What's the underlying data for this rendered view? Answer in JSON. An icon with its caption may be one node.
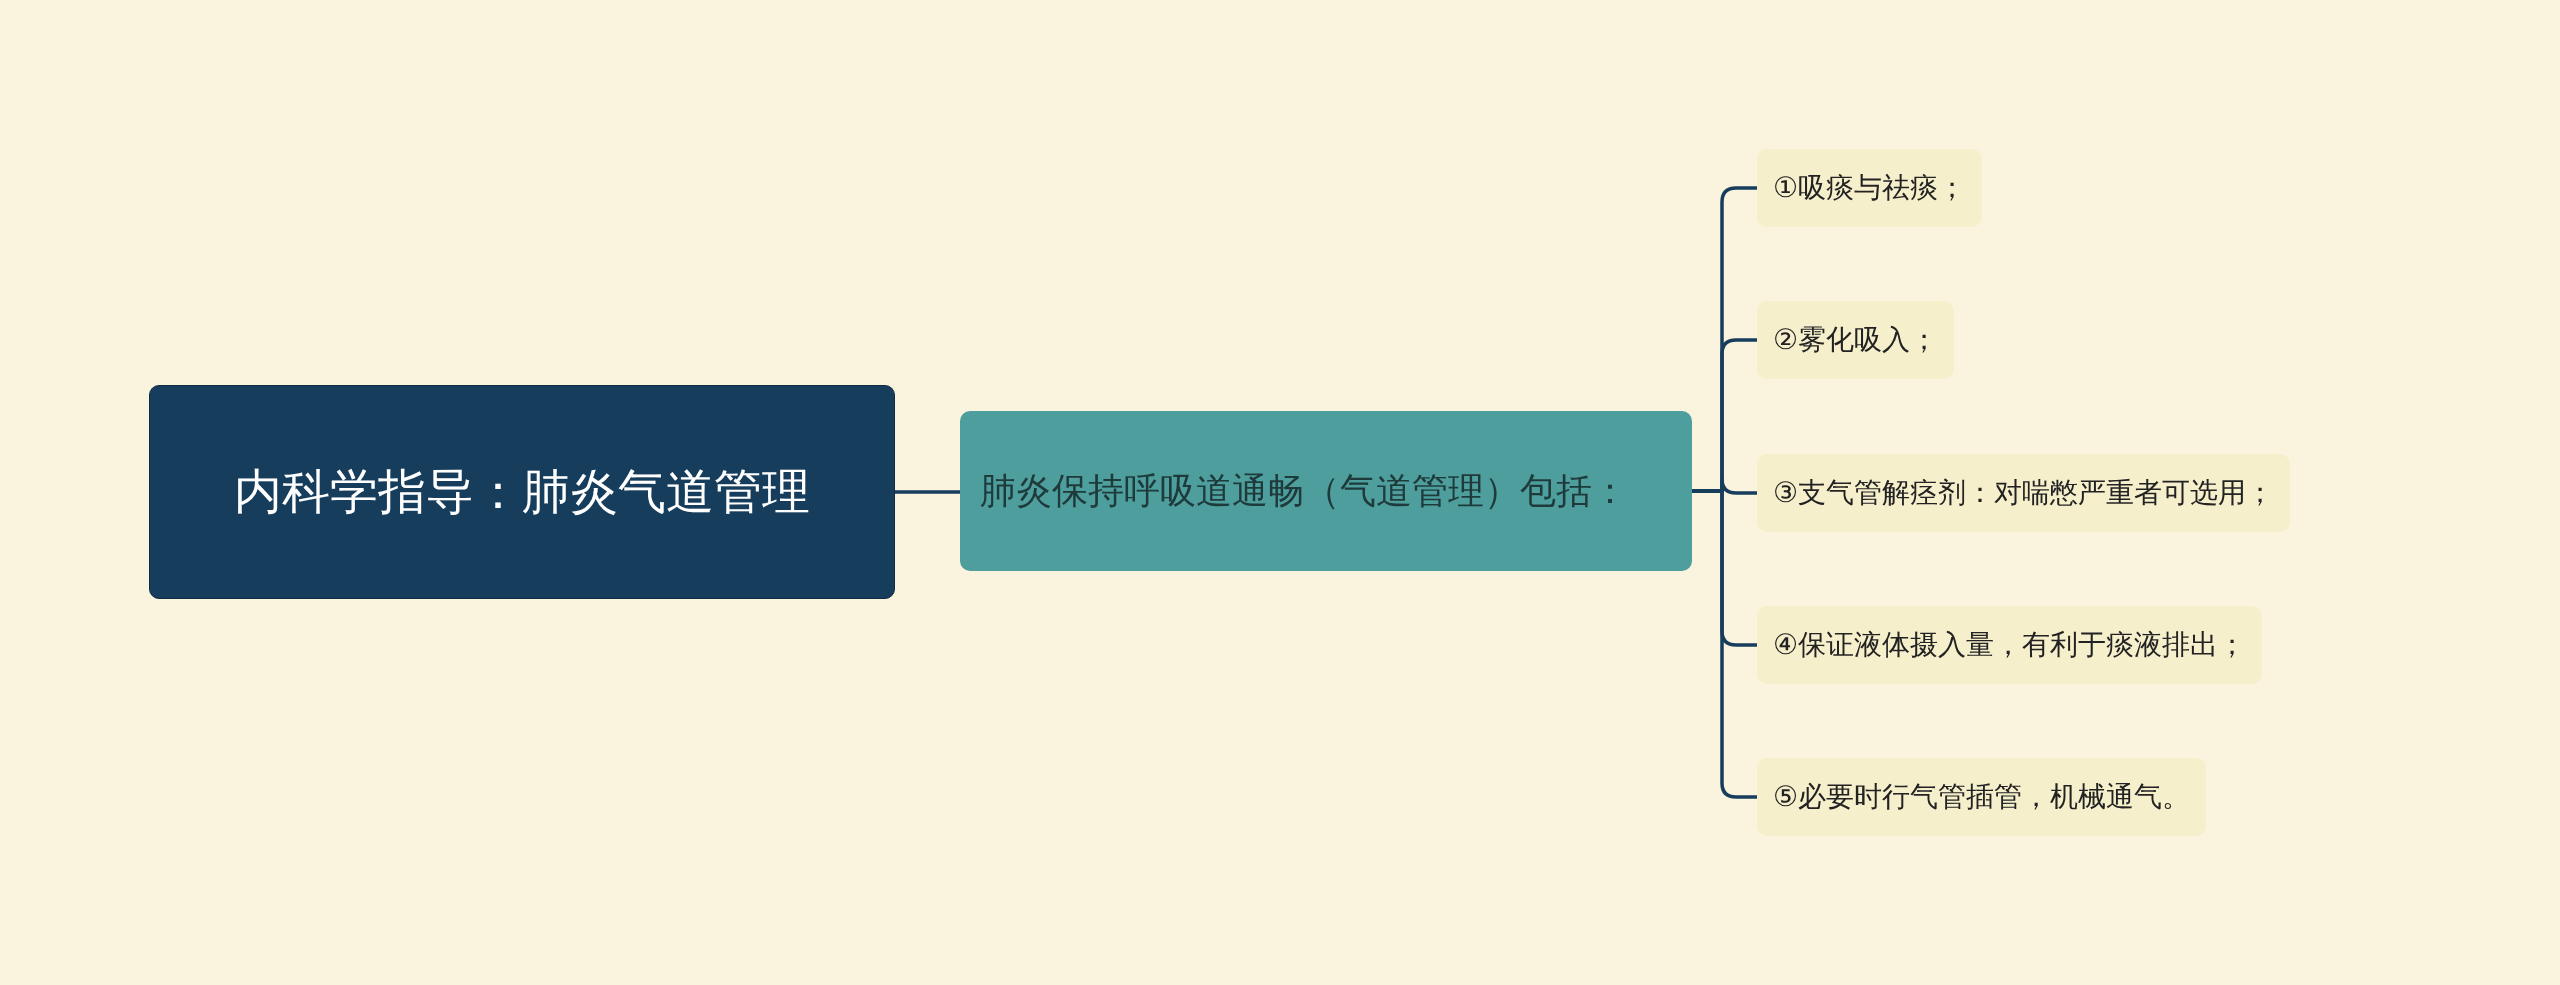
{
  "diagram": {
    "nodes": [
      {
        "text": [
          "内科学指导：肺炎气道管理"
        ]
      },
      {
        "text": [
          "肺炎保持呼吸道通畅（气道管理）包括："
        ]
      },
      {
        "text": [
          "①吸痰与祛痰；"
        ]
      },
      {
        "text": [
          "②雾化吸入；"
        ]
      },
      {
        "text": [
          "③支气管解痉剂：对喘憋严重者可选用；"
        ]
      },
      {
        "text": [
          "④保证液体摄入量，有利于痰液排出；"
        ]
      },
      {
        "text": [
          "⑤必要时行气管插管，机械通气。"
        ]
      }
    ],
    "edges": [
      {
        "from": 0,
        "to": 1,
        "arrow": "none"
      },
      {
        "from": 1,
        "to": 2,
        "arrow": "none"
      },
      {
        "from": 1,
        "to": 3,
        "arrow": "none"
      },
      {
        "from": 1,
        "to": 4,
        "arrow": "none"
      },
      {
        "from": 1,
        "to": 5,
        "arrow": "none"
      },
      {
        "from": 1,
        "to": 6,
        "arrow": "none"
      }
    ]
  }
}
